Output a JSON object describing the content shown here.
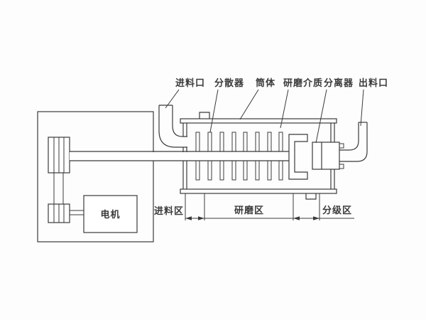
{
  "diagram": {
    "colors": {
      "line": "#3a3a3a",
      "background": "#fdfdfd"
    },
    "top_labels": [
      {
        "id": "feed-inlet",
        "text": "进料口"
      },
      {
        "id": "disperser",
        "text": "分散器"
      },
      {
        "id": "barrel",
        "text": "筒体"
      },
      {
        "id": "grinding-media",
        "text": "研磨介质"
      },
      {
        "id": "separator",
        "text": "分离器"
      },
      {
        "id": "discharge-outlet",
        "text": "出料口"
      }
    ],
    "component_labels": {
      "motor": "电机"
    },
    "zone_labels": [
      {
        "id": "feed-zone",
        "text": "进料区"
      },
      {
        "id": "grinding-zone",
        "text": "研磨区"
      },
      {
        "id": "classifying-zone",
        "text": "分级区"
      }
    ]
  }
}
